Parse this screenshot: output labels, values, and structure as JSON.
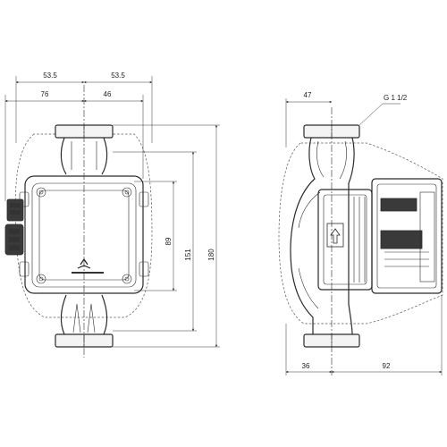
{
  "dimensions": {
    "front_top_left": "53.5",
    "front_top_right": "53.5",
    "front_second_left": "76",
    "front_second_right": "46",
    "front_height_89": "89",
    "front_height_151": "151",
    "front_height_180": "180",
    "side_top": "47",
    "side_thread": "G 1 1/2",
    "side_bottom_left": "36",
    "side_bottom_right": "92"
  },
  "icons": {
    "brand_logo": "grundfos-logo",
    "flow_arrow": "flow-arrow-icon"
  }
}
